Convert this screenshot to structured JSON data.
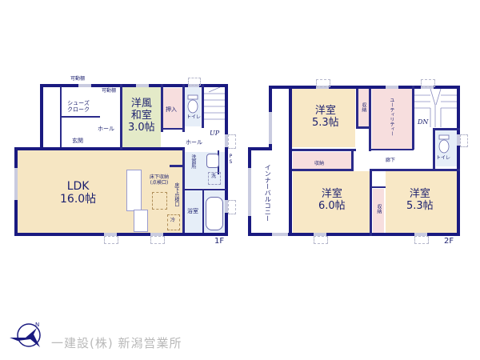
{
  "floor1": {
    "floor_label": "1F",
    "rooms": {
      "ldk": {
        "name": "LDK",
        "size": "16.0帖"
      },
      "washitsu": {
        "name_line1": "洋風",
        "name_line2": "和室",
        "size": "3.0帖"
      },
      "oshiire": {
        "name": "押入"
      },
      "toilet": {
        "name": "トイレ"
      },
      "stairs": {
        "label": "UP"
      },
      "hall_upper": {
        "name": "ホール"
      },
      "hall_right": {
        "name": "ホール"
      },
      "genkan": {
        "name": "玄関"
      },
      "shoes_cloak": {
        "name_line1": "シューズ",
        "name_line2": "クローク"
      },
      "senmenjo": {
        "name": "洗面所"
      },
      "washer": {
        "name": "洗"
      },
      "bath": {
        "name": "浴室"
      },
      "ps": {
        "name": "PS"
      },
      "underfloor_storage": {
        "name_line1": "床下収納",
        "name_line2": "(点検口)"
      },
      "underfloor_inspection": {
        "name": "床下点検口"
      },
      "fridge": {
        "name": "冷"
      }
    },
    "annotations": {
      "movable_shelf_top": "可動棚",
      "movable_shelf_right": "可動棚"
    }
  },
  "floor2": {
    "floor_label": "2F",
    "rooms": {
      "bedroom_top": {
        "name": "洋室",
        "size": "5.3帖"
      },
      "storage_top": {
        "name": "収納"
      },
      "utility": {
        "name": "ユーティリティー"
      },
      "stairs": {
        "label": "DN"
      },
      "toilet": {
        "name": "トイレ"
      },
      "corridor": {
        "name": "廊下"
      },
      "storage_mid": {
        "name": "収納"
      },
      "bedroom_left": {
        "name": "洋室",
        "size": "6.0帖"
      },
      "storage_right": {
        "name": "収納"
      },
      "bedroom_right": {
        "name": "洋室",
        "size": "5.3帖"
      },
      "inner_balcony": {
        "name": "インナーバルコニー"
      }
    }
  },
  "footer": {
    "company": "一建設(株) 新潟営業所",
    "compass_label": "N"
  },
  "colors": {
    "wall": "#1a1a80",
    "ldk_floor": "#f6e6c3",
    "bedroom_floor": "#f8e8c6",
    "washitsu_floor": "#e4eac8",
    "storage_pink": "#f7dede",
    "wet_area_blue": "#e6eef8",
    "text": "#1b1f6e",
    "company_text": "#b9b9b9"
  }
}
